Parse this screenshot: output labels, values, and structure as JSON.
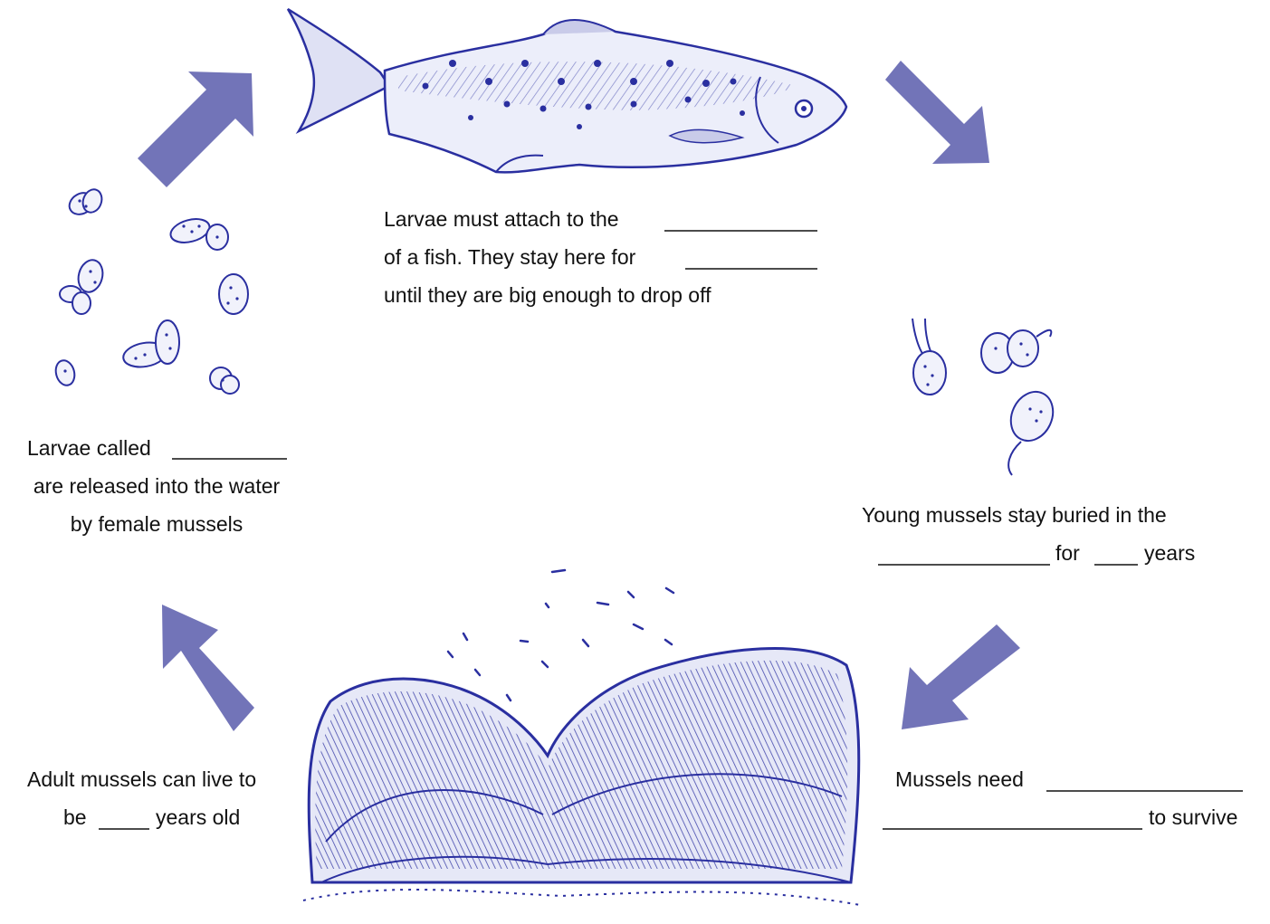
{
  "colors": {
    "arrow": "#7274b8",
    "ink": "#2a2fa0",
    "ink_light": "#4a52b8",
    "text": "#111111"
  },
  "stages": {
    "fish": {
      "icon": "salmon-fish-drawing-icon",
      "line1": "Larvae must attach to the",
      "line2": "of a fish. They stay here for",
      "line3": "until they are big enough to drop off"
    },
    "larvae": {
      "icon": "glochidia-larvae-drawing-icon",
      "line1": "Larvae called",
      "line2": "are released into the water",
      "line3": "by female mussels"
    },
    "juvenile": {
      "icon": "juvenile-mussels-drawing-icon",
      "line1": "Young mussels stay buried in the",
      "line2_mid": "for",
      "line2_end": "years"
    },
    "habitat": {
      "line1": "Mussels need",
      "line2_end": "to survive"
    },
    "adult": {
      "icon": "adult-mussel-shell-drawing-icon",
      "line1": "Adult mussels can live to",
      "line2_start": "be",
      "line2_end": "years old"
    }
  },
  "arrows": [
    "arrow-up-right-icon",
    "arrow-down-right-icon",
    "arrow-down-left-icon",
    "arrow-up-left-icon"
  ]
}
